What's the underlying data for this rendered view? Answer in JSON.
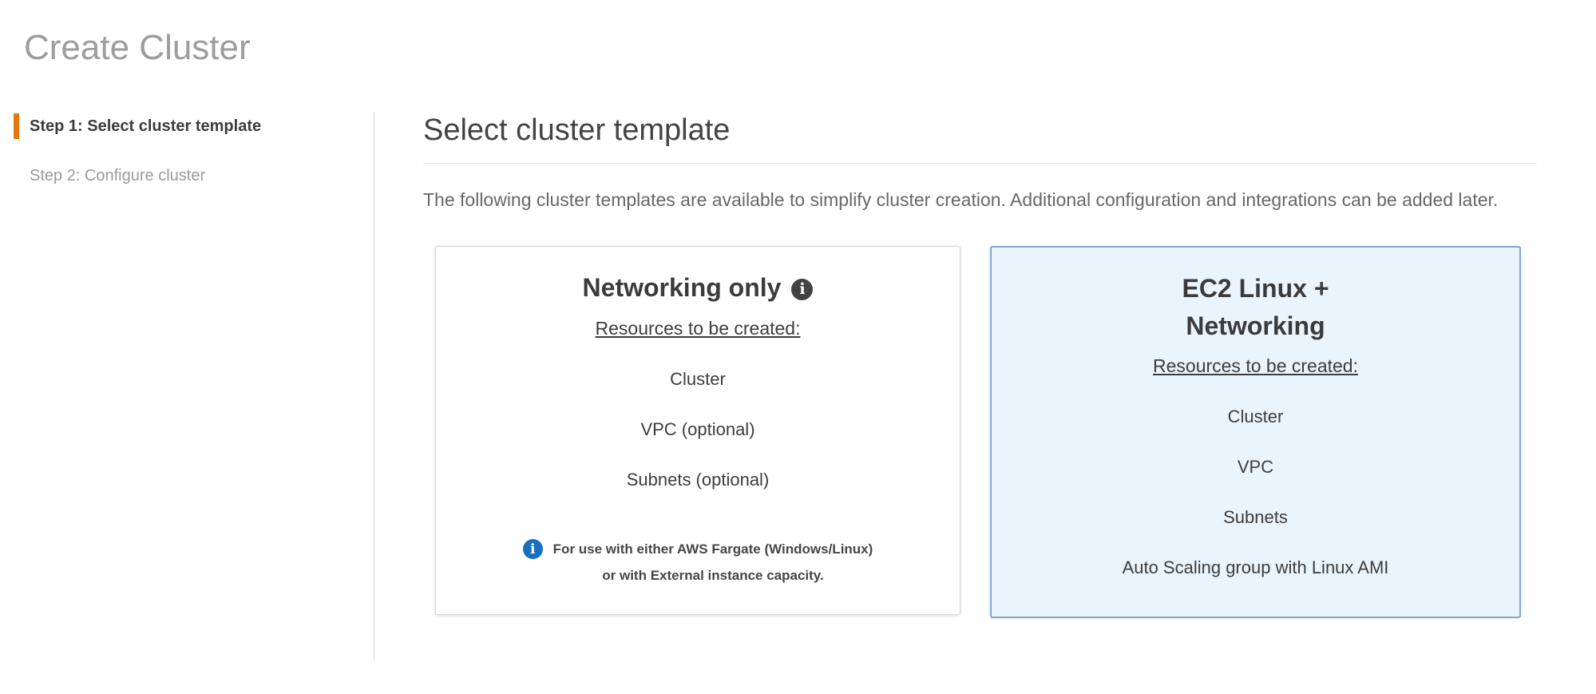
{
  "page": {
    "title": "Create Cluster"
  },
  "steps": [
    {
      "label": "Step 1: Select cluster template",
      "active": true
    },
    {
      "label": "Step 2: Configure cluster",
      "active": false
    }
  ],
  "content": {
    "heading": "Select cluster template",
    "description": "The following cluster templates are available to simplify cluster creation. Additional configuration and integrations can be added later."
  },
  "templates": [
    {
      "id": "networking-only",
      "title": "Networking only",
      "resources_label": "Resources to be created:",
      "resources": [
        "Cluster",
        "VPC (optional)",
        "Subnets (optional)"
      ],
      "note": "For use with either AWS Fargate (Windows/Linux)\nor with External instance capacity.",
      "selected": false
    },
    {
      "id": "ec2-linux-networking",
      "title": "EC2 Linux +\nNetworking",
      "resources_label": "Resources to be created:",
      "resources": [
        "Cluster",
        "VPC",
        "Subnets",
        "Auto Scaling group with Linux AMI"
      ],
      "selected": true
    }
  ],
  "icons": {
    "info_glyph": "i"
  },
  "colors": {
    "accent_orange": "#e8760d",
    "selected_card_bg": "#eaf4fc",
    "selected_card_border": "#7ea9d1",
    "info_icon_blue": "#1670bf",
    "info_icon_dark": "#424242",
    "title_gray": "#9d9d9d"
  }
}
